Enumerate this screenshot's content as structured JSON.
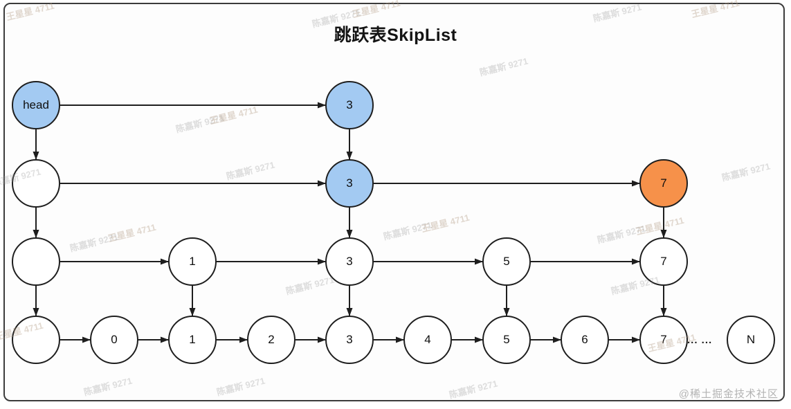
{
  "title": "跳跃表SkipList",
  "watermarks": {
    "a": "王星星 4711",
    "b": "陈嘉斯 9271",
    "site": "@稀土掘金技术社区"
  },
  "diagram": {
    "type": "skiplist",
    "colors": {
      "highlight_blue": "#A3CAF2",
      "highlight_orange": "#F6914A",
      "node_fill": "#FFFFFF",
      "stroke": "#1e1e1e"
    },
    "tail_ellipsis": "... ...",
    "levels": [
      {
        "name": "level-4",
        "nodes": [
          {
            "label": "head",
            "style": "blue"
          },
          {
            "label": "3",
            "style": "blue"
          }
        ]
      },
      {
        "name": "level-3",
        "nodes": [
          {
            "label": "",
            "style": "white"
          },
          {
            "label": "3",
            "style": "blue"
          },
          {
            "label": "7",
            "style": "orange"
          }
        ]
      },
      {
        "name": "level-2",
        "nodes": [
          {
            "label": "",
            "style": "white"
          },
          {
            "label": "1",
            "style": "white"
          },
          {
            "label": "3",
            "style": "white"
          },
          {
            "label": "5",
            "style": "white"
          },
          {
            "label": "7",
            "style": "white"
          }
        ]
      },
      {
        "name": "level-1",
        "nodes": [
          {
            "label": "",
            "style": "white"
          },
          {
            "label": "0",
            "style": "white"
          },
          {
            "label": "1",
            "style": "white"
          },
          {
            "label": "2",
            "style": "white"
          },
          {
            "label": "3",
            "style": "white"
          },
          {
            "label": "4",
            "style": "white"
          },
          {
            "label": "5",
            "style": "white"
          },
          {
            "label": "6",
            "style": "white"
          },
          {
            "label": "7",
            "style": "white"
          },
          {
            "label": "N",
            "style": "white"
          }
        ]
      }
    ]
  }
}
